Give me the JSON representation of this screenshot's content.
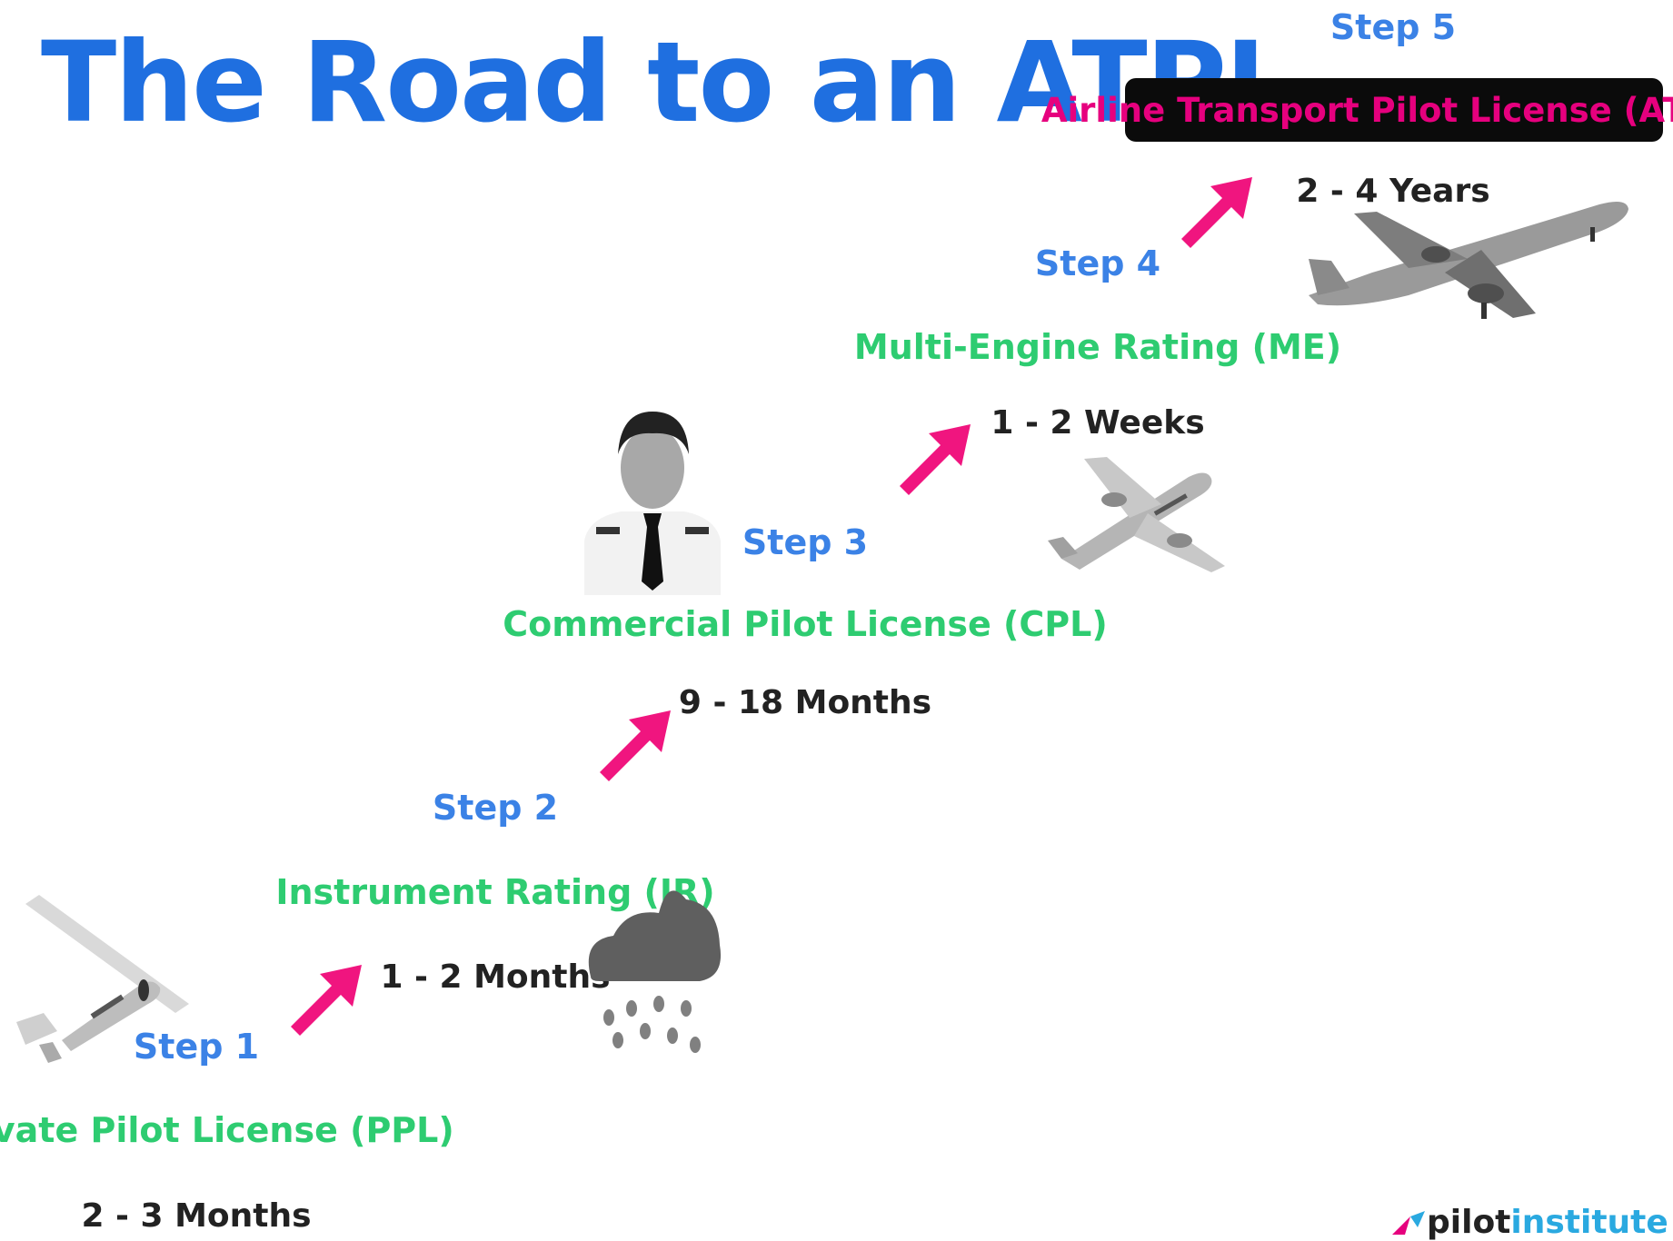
{
  "title": "The Road to an ATPL",
  "steps": [
    {
      "step": "Step 1",
      "name": "Private Pilot License (PPL)",
      "duration": "2 - 3 Months"
    },
    {
      "step": "Step 2",
      "name": "Instrument Rating (IR)",
      "duration": "1 - 2 Months"
    },
    {
      "step": "Step 3",
      "name": "Commercial Pilot License (CPL)",
      "duration": "9 - 18 Months"
    },
    {
      "step": "Step 4",
      "name": "Multi-Engine Rating (ME)",
      "duration": "1 - 2 Weeks"
    },
    {
      "step": "Step 5",
      "name": "Airline Transport Pilot License (ATPL)",
      "duration": "2 - 4 Years"
    }
  ],
  "logo": {
    "part1": "pilot",
    "part2": "institute"
  },
  "colors": {
    "title": "#1f6fe0",
    "step": "#3b82e6",
    "name": "#2ecc71",
    "arrow": "#f0157f",
    "atpl_text": "#e6007e"
  },
  "icons": [
    "small-plane-icon",
    "rain-cloud-icon",
    "pilot-icon",
    "twin-engine-plane-icon",
    "jet-airliner-icon",
    "arrow-icon"
  ]
}
